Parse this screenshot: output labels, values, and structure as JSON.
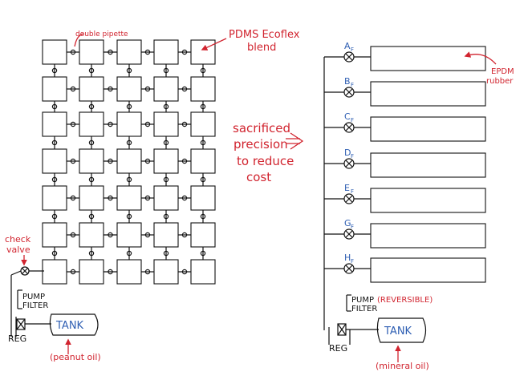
{
  "left_system": {
    "annotations": {
      "double_pipette": "double pipette",
      "pdms_line1": "PDMS Ecoflex",
      "pdms_line2": "blend",
      "check_valve_line1": "check",
      "check_valve_line2": "valve"
    },
    "pump_label": "PUMP",
    "filter_label": "FILTER",
    "reg_label": "REG",
    "tank_label": "TANK",
    "fluid_label": "(peanut oil)"
  },
  "right_system": {
    "chambers": [
      {
        "label": "A",
        "sub": "F"
      },
      {
        "label": "B",
        "sub": "F"
      },
      {
        "label": "C",
        "sub": "F"
      },
      {
        "label": "D",
        "sub": "F"
      },
      {
        "label": "E",
        "sub": "F"
      },
      {
        "label": "G",
        "sub": "F"
      },
      {
        "label": "H",
        "sub": "F"
      }
    ],
    "material_line1": "EPDM",
    "material_line2": "rubber",
    "pump_label": "PUMP",
    "pump_note": "(REVERSIBLE)",
    "filter_label": "FILTER",
    "reg_label": "REG",
    "tank_label": "TANK",
    "fluid_label": "(mineral oil)"
  },
  "middle_note": {
    "line1": "sacrificed",
    "line2": "precision",
    "line3": "to reduce",
    "line4": "cost"
  },
  "colors": {
    "ink": "#111111",
    "annotation": "#d1242f",
    "tank_text": "#2f5fb3"
  }
}
